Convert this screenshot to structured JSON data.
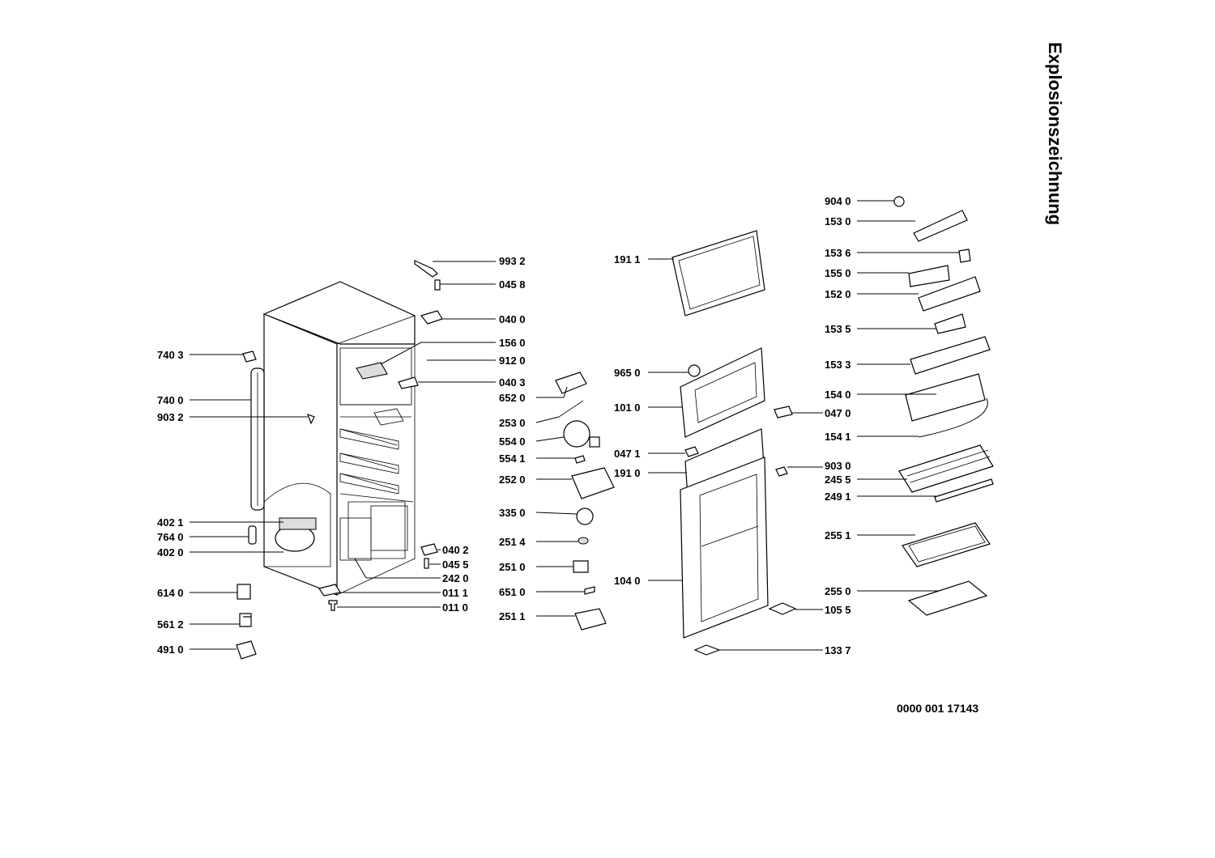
{
  "title": "Explosionszeichnung",
  "document_number": "0000 001 17143",
  "labels": {
    "p9932": "993 2",
    "p0458": "045 8",
    "p0400": "040 0",
    "p1560": "156 0",
    "p9120": "912 0",
    "p0403": "040 3",
    "p7403": "740 3",
    "p7400": "740 0",
    "p9032": "903 2",
    "p4021": "402 1",
    "p7640": "764 0",
    "p4020": "402 0",
    "p0402": "040 2",
    "p0455": "045 5",
    "p2420": "242 0",
    "p0111": "011 1",
    "p0110": "011 0",
    "p6140": "614 0",
    "p5612": "561 2",
    "p4910": "491 0",
    "p6520": "652 0",
    "p2530": "253 0",
    "p5540": "554 0",
    "p5541": "554 1",
    "p2520": "252 0",
    "p3350": "335 0",
    "p2514": "251 4",
    "p2510": "251 0",
    "p6510": "651 0",
    "p2511": "251 1",
    "p1911": "191 1",
    "p9650": "965 0",
    "p1010": "101 0",
    "p0471": "047 1",
    "p1910": "191 0",
    "p1040": "104 0",
    "p9040": "904 0",
    "p1530": "153 0",
    "p1536": "153 6",
    "p1550": "155 0",
    "p1520": "152 0",
    "p1535": "153 5",
    "p1533": "153 3",
    "p1540": "154 0",
    "p0470": "047 0",
    "p1541": "154 1",
    "p9030": "903 0",
    "p2455": "245 5",
    "p2491": "249 1",
    "p2551": "255 1",
    "p2550": "255 0",
    "p1055": "105 5",
    "p1337": "133 7"
  }
}
